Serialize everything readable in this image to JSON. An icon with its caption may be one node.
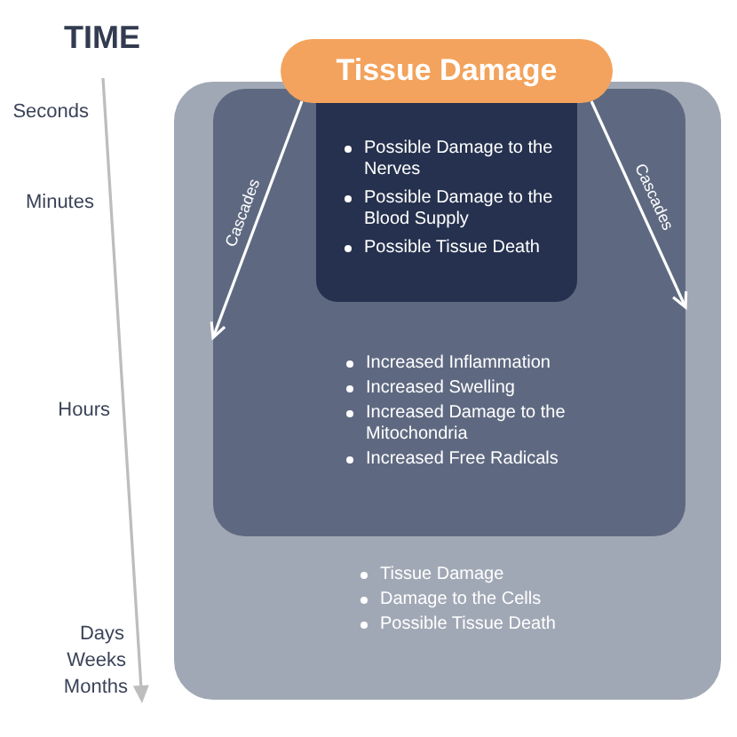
{
  "diagram": {
    "nodes": [
      {
        "text": [
          "Tissue Damage"
        ]
      },
      {
        "text": [
          "Tissue Damage",
          "Damage to the Cells",
          "Possible Tissue Death"
        ]
      },
      {
        "text": [
          "Increased Inflammation",
          "Increased Swelling",
          "Increased Damage to the Mitochondria",
          "Increased Free Radicals"
        ],
        "in": 1
      },
      {
        "text": [
          "Possible Damage to the Nerves",
          "Possible Damage to the Blood Supply",
          "Possible Tissue Death"
        ],
        "in": 2
      }
    ],
    "edges": [
      {
        "from": 0,
        "to": 2,
        "arrow": "to",
        "label": "Cascades"
      },
      {
        "from": 0,
        "to": 2,
        "arrow": "to",
        "label": "Cascades"
      }
    ],
    "labels": [
      "TIME",
      "Seconds",
      "Minutes",
      "Hours",
      "Days",
      "Weeks",
      "Months"
    ]
  }
}
